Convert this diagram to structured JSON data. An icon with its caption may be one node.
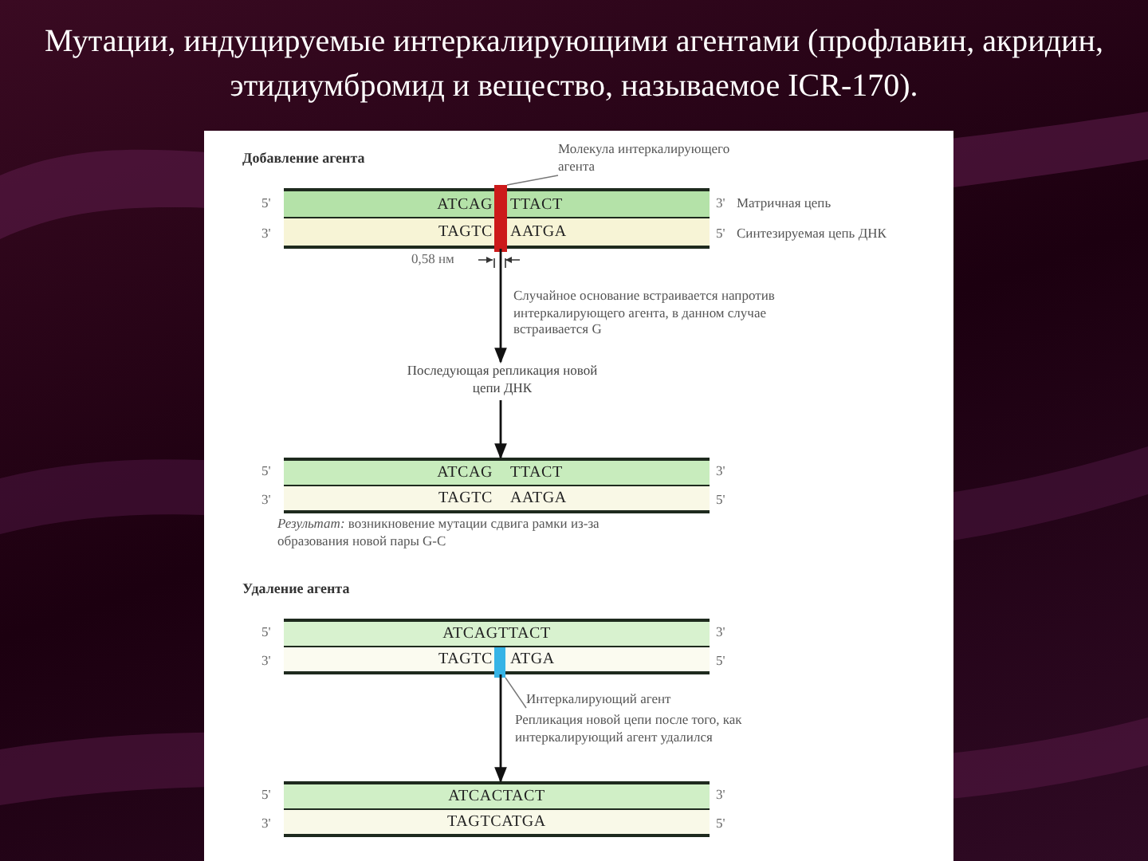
{
  "diagram": {
    "title": "Мутации, индуцируемые интеркалирующими агентами (профлавин, акридин, этидиумбромид и вещество, называемое ICR-170).",
    "nodes": [
      {
        "text": [
          "ATCAG",
          "TTACT"
        ],
        "beside": [
          "Матричная цепь"
        ]
      },
      {
        "text": [
          "TAGTC",
          "AATGA"
        ],
        "beside": [
          "Синтезируемая цепь ДНК"
        ]
      },
      {
        "text": [],
        "shape": "bar"
      },
      {
        "text": [
          "Молекула интеркалирующего агента"
        ]
      },
      {
        "text": [
          "Последующая репликация новой цепи ДНК"
        ]
      },
      {
        "text": [
          "ATCAG",
          "TTACT"
        ]
      },
      {
        "text": [
          "TAGTC",
          "AATGA"
        ]
      },
      {
        "text": [
          "ATCAGTTACT"
        ]
      },
      {
        "text": [
          "TAGTC",
          "ATGA"
        ]
      },
      {
        "text": [],
        "shape": "bar"
      },
      {
        "text": [
          "Интеркалирующий агент"
        ]
      },
      {
        "text": [
          "ATCACTACT"
        ]
      },
      {
        "text": [
          "TAGTCATGA"
        ]
      }
    ],
    "edges": [
      {
        "from": 3,
        "to": 2,
        "arrow": "none",
        "color": "#777777"
      },
      {
        "from": 1,
        "to": 4,
        "arrow": "to",
        "label": "Случайное основание встраивается напротив интеркалирующего агента, в данном случае встраивается G"
      },
      {
        "from": 4,
        "to": 5,
        "arrow": "to"
      },
      {
        "from": 10,
        "to": 9,
        "arrow": "none",
        "color": "#777777"
      },
      {
        "from": 8,
        "to": 11,
        "arrow": "to",
        "label": "Репликация новой цепи после того, как интеркалирующий агент удалился"
      }
    ],
    "labels": [
      "Добавление агента",
      "5'",
      "3'",
      "3'",
      "5'",
      "0,58 нм",
      "5'",
      "3'",
      "3'",
      "5'",
      "*Результат:* возникновение мутации сдвига рамки из-за образования новой пары G-C",
      "Удаление агента",
      "5'",
      "3'",
      "3'",
      "5'",
      "5'",
      "3'",
      "3'",
      "5'"
    ]
  }
}
